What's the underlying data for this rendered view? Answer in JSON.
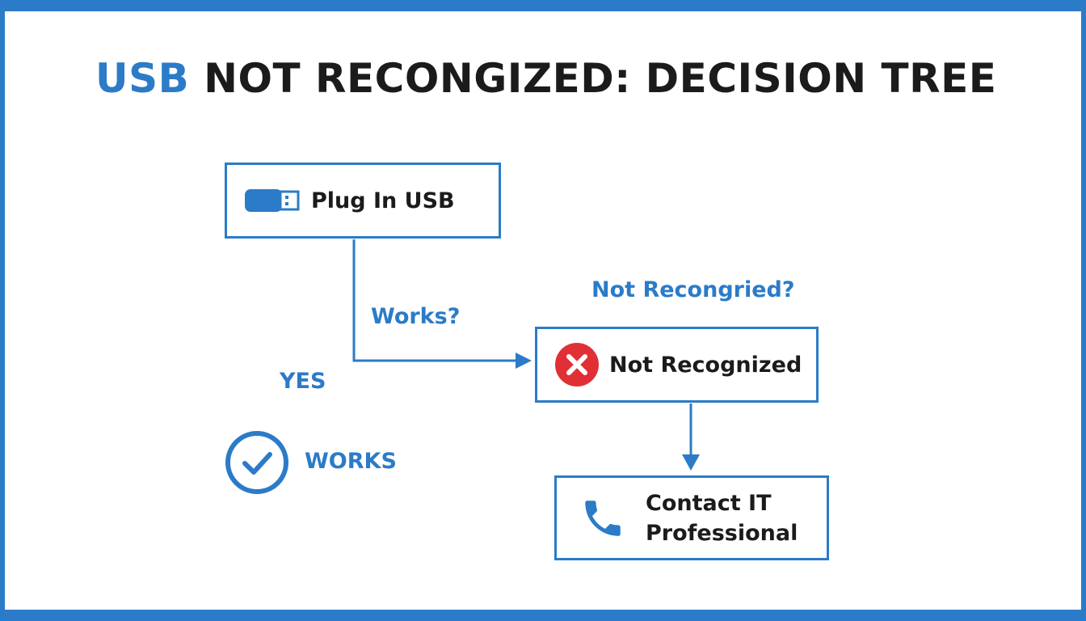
{
  "title": {
    "accent": "USB",
    "rest": "NOT RECONGIZED: DECISION TREE"
  },
  "nodes": {
    "plug_in": {
      "label": "Plug In USB",
      "icon": "usb-drive-icon"
    },
    "not_recognized": {
      "label": "Not Recognized",
      "icon": "error-x-icon"
    },
    "contact_it": {
      "label": "Contact IT\nProfessional",
      "icon": "phone-icon"
    }
  },
  "edge_labels": {
    "works_question": "Works?",
    "not_recognized_question": "Not Recongried?",
    "yes": "YES",
    "works": "WORKS"
  },
  "works_icon": "checkmark-circle-icon",
  "colors": {
    "accent": "#2b7bc8",
    "text": "#1b1b1b",
    "error": "#e03036",
    "background": "#ffffff"
  }
}
